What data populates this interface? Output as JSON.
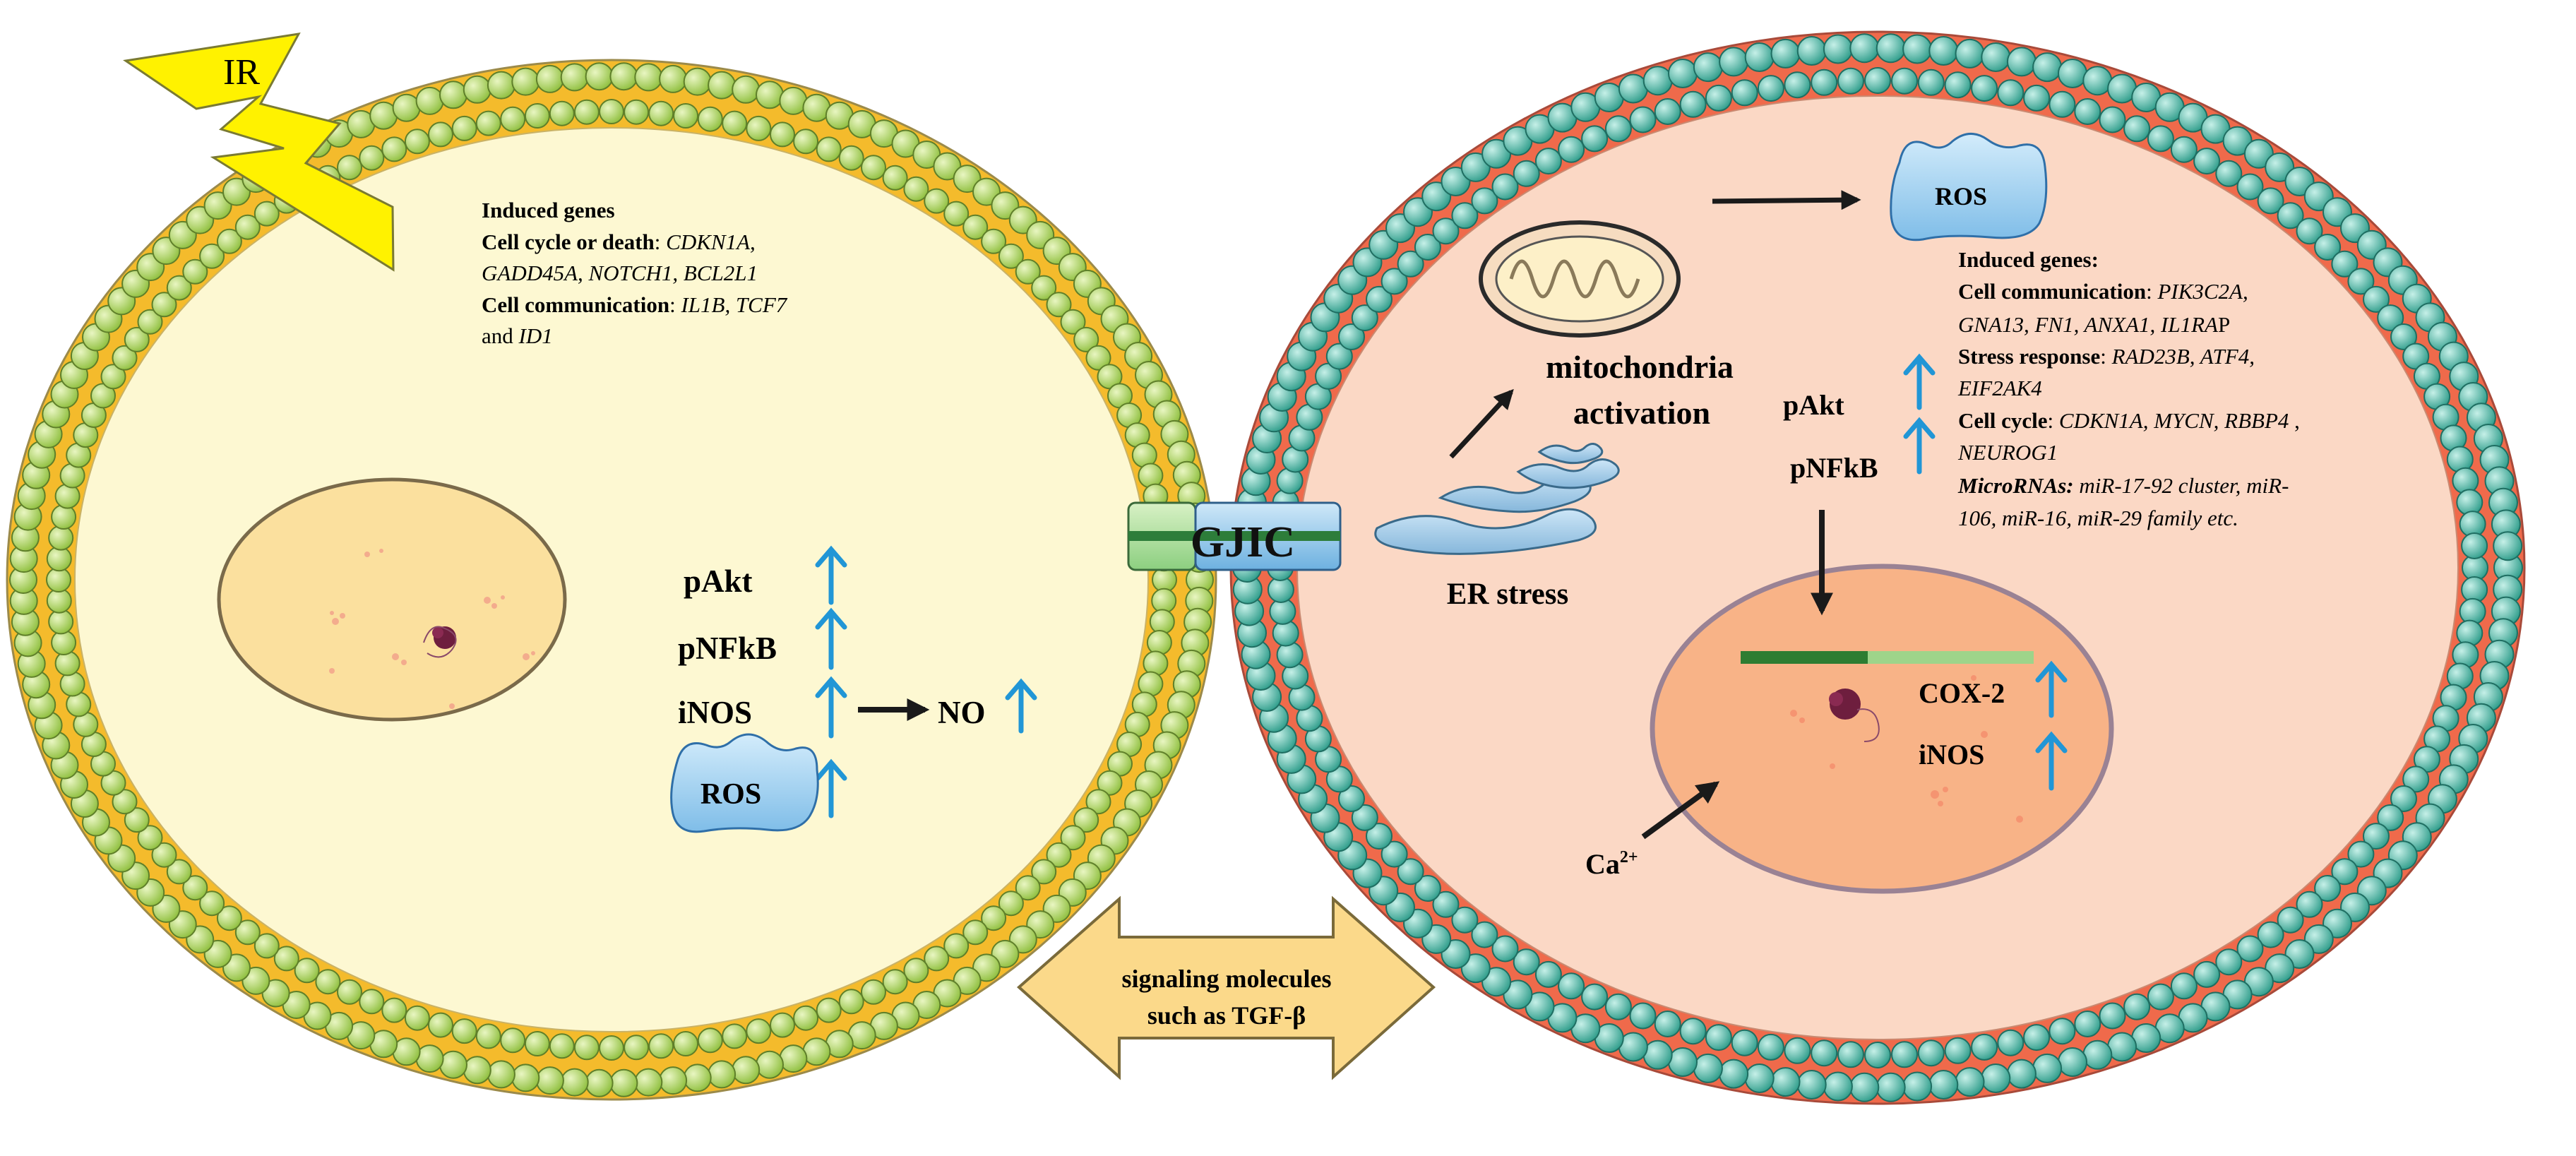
{
  "diagram": {
    "ir_label": "IR",
    "gjic_label": "GJIC",
    "signaling_line1": "signaling molecules",
    "signaling_line2": "such as TGF-β",
    "left_cell": {
      "genes": {
        "title": "Induced genes",
        "cycle_label": "Cell cycle or death",
        "cycle_genes_1": "CDKN1A,",
        "cycle_genes_2": "GADD45A, NOTCH1, BCL2L1",
        "comm_label": "Cell communication",
        "comm_genes": "IL1B, TCF7",
        "and_text": "and",
        "last_gene": "ID1"
      },
      "markers": [
        "pAkt",
        "pNFkB",
        "iNOS"
      ],
      "ros_label": "ROS",
      "no_label": "NO"
    },
    "right_cell": {
      "ros_label": "ROS",
      "mito_line1": "mitochondria",
      "mito_line2": "activation",
      "er_label": "ER stress",
      "markers": [
        "pAkt",
        "pNFkB"
      ],
      "nucleus_markers": [
        "COX-2",
        "iNOS"
      ],
      "ca_label": "Ca",
      "ca_superscript": "2+",
      "genes": {
        "title": "Induced genes:",
        "comm_label": "Cell communication",
        "comm_genes_1": "PIK3C2A,",
        "comm_genes_2a": "GNA13, FN1, ANXA1, IL1RA",
        "comm_genes_2b": "P",
        "stress_label": "Stress response",
        "stress_genes_1": "RAD23B, ATF4,",
        "stress_genes_2": "EIF2AK4",
        "cycle_label": "Cell cycle",
        "cycle_genes_1": "CDKN1A, MYCN, RBBP4",
        "cycle_genes_1b": " ,",
        "cycle_genes_2": "NEUROG1",
        "mirna_label": "MicroRNAs:",
        "mirna_1": "miR-17-92 cluster, miR-",
        "mirna_2": "106, miR-16, miR-29 family etc."
      }
    },
    "colors": {
      "left_bead": "#b5d86a",
      "left_membrane": "#f4bb2c",
      "left_cytoplasm": "#fdf8d2",
      "left_nucleus": "#fbe09e",
      "right_bead": "#5bbfae",
      "right_membrane": "#ef6a4b",
      "right_cytoplasm": "#fbd8c5",
      "right_nucleus": "#f8b387",
      "up_arrow": "#2196d6",
      "ir_bolt": "#fff200",
      "signal_arrow": "#fbd98a",
      "ros_blob": "#a8d4ef"
    }
  }
}
